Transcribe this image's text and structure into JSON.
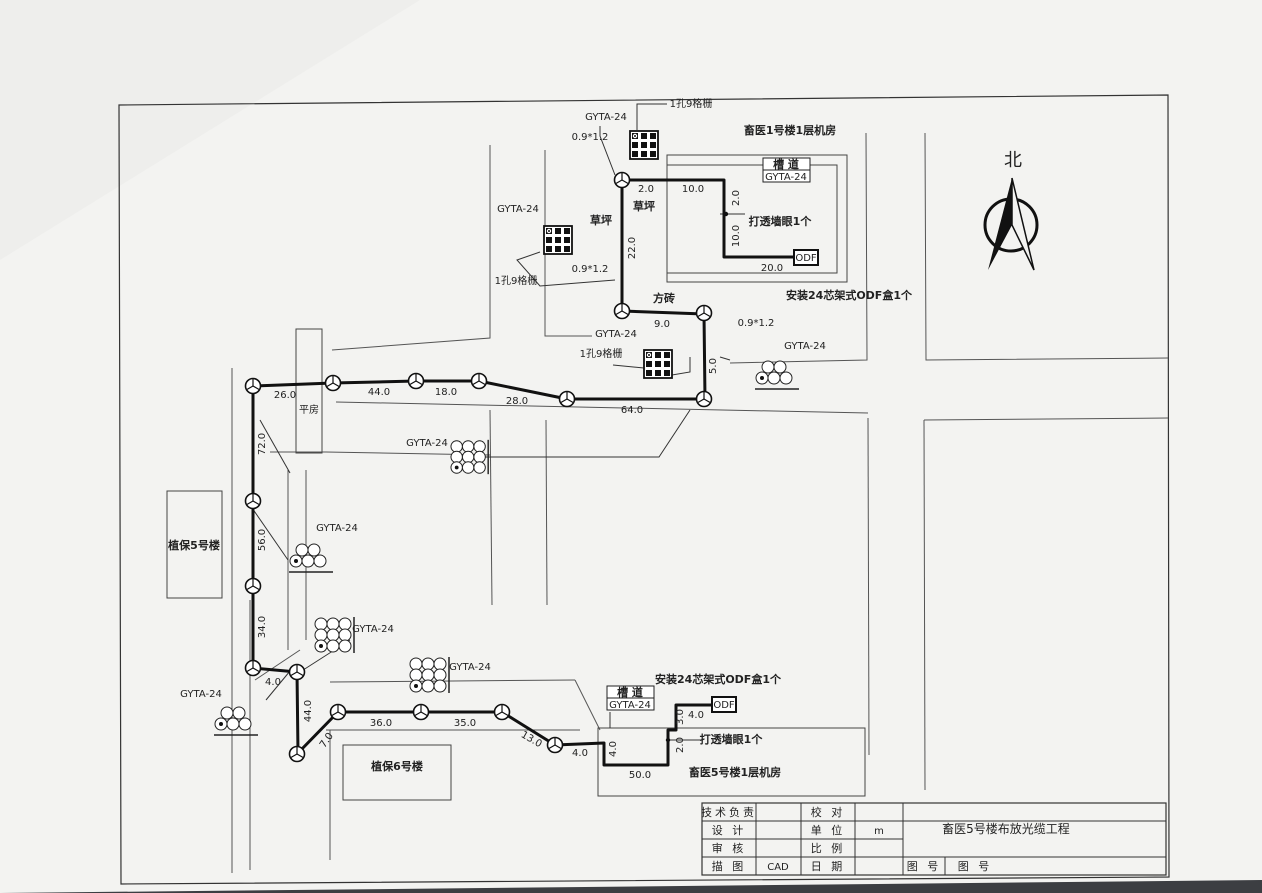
{
  "compass": {
    "north_label": "北"
  },
  "buildings": {
    "top_room": "畜医1号楼1层机房",
    "bottom_room": "畜医5号楼1层机房",
    "left_building": "植保5号楼",
    "bottom_building": "植保6号楼",
    "pingfang": "平房"
  },
  "surfaces": {
    "grass_left": "草坪",
    "grass_right": "草坪",
    "brick": "方砖"
  },
  "boxes": {
    "top_trough_title": "槽 道",
    "top_trough_cable": "GYTA-24",
    "bottom_trough_title": "槽 道",
    "bottom_trough_cable": "GYTA-24",
    "odf": "ODF"
  },
  "notes": {
    "install_top": "安装24芯架式ODF盒1个",
    "install_bottom": "安装24芯架式ODF盒1个",
    "hole_top": "打透墙眼1个",
    "hole_bottom": "打透墙眼1个"
  },
  "cable_labels": {
    "c1": "GYTA-24",
    "c2": "GYTA-24",
    "c3": "GYTA-24",
    "c4": "GYTA-24",
    "c5": "GYTA-24",
    "c6": "GYTA-24",
    "c7": "GYTA-24",
    "c8": "GYTA-24",
    "c9": "GYTA-24"
  },
  "grid_labels": {
    "g1": "1孔9格栅",
    "g2": "1孔9格栅",
    "g3": "1孔9格栅"
  },
  "manhole_specs": {
    "m1": "0.9*1.2",
    "m2": "0.9*1.2",
    "m3": "0.9*1.2"
  },
  "distances": {
    "d_2_0_top": "2.0",
    "d_10_0_top": "10.0",
    "d_2_0_v": "2.0",
    "d_10_0_v": "10.0",
    "d_20_0": "20.0",
    "d_22_0": "22.0",
    "d_9_0": "9.0",
    "d_5_0": "5.0",
    "d_26_0": "26.0",
    "d_44_0": "44.0",
    "d_18_0": "18.0",
    "d_28_0": "28.0",
    "d_64_0": "64.0",
    "d_72_0": "72.0",
    "d_56_0": "56.0",
    "d_34_0": "34.0",
    "d_4_0_l": "4.0",
    "d_44_0_v": "44.0",
    "d_7_0": "7.0",
    "d_36_0": "36.0",
    "d_35_0": "35.0",
    "d_13_0": "13.0",
    "d_4_0_b": "4.0",
    "d_4_0_v": "4.0",
    "d_50_0": "50.0",
    "d_3_0": "3.0",
    "d_4_0_r": "4.0",
    "d_2_0_b": "2.0"
  },
  "title_block": {
    "r1c1": "技术负责",
    "r1c3": "校 对",
    "r2c1": "设 计",
    "r2c3": "单 位",
    "r2c4": "m",
    "r3c1": "审 核",
    "r3c3": "比 例",
    "r4c1": "描 图",
    "r4c2": "CAD",
    "r4c3": "日 期",
    "r4c5": "图 号",
    "r4c6": "图 号",
    "project_title": "畜医5号楼布放光缆工程"
  }
}
